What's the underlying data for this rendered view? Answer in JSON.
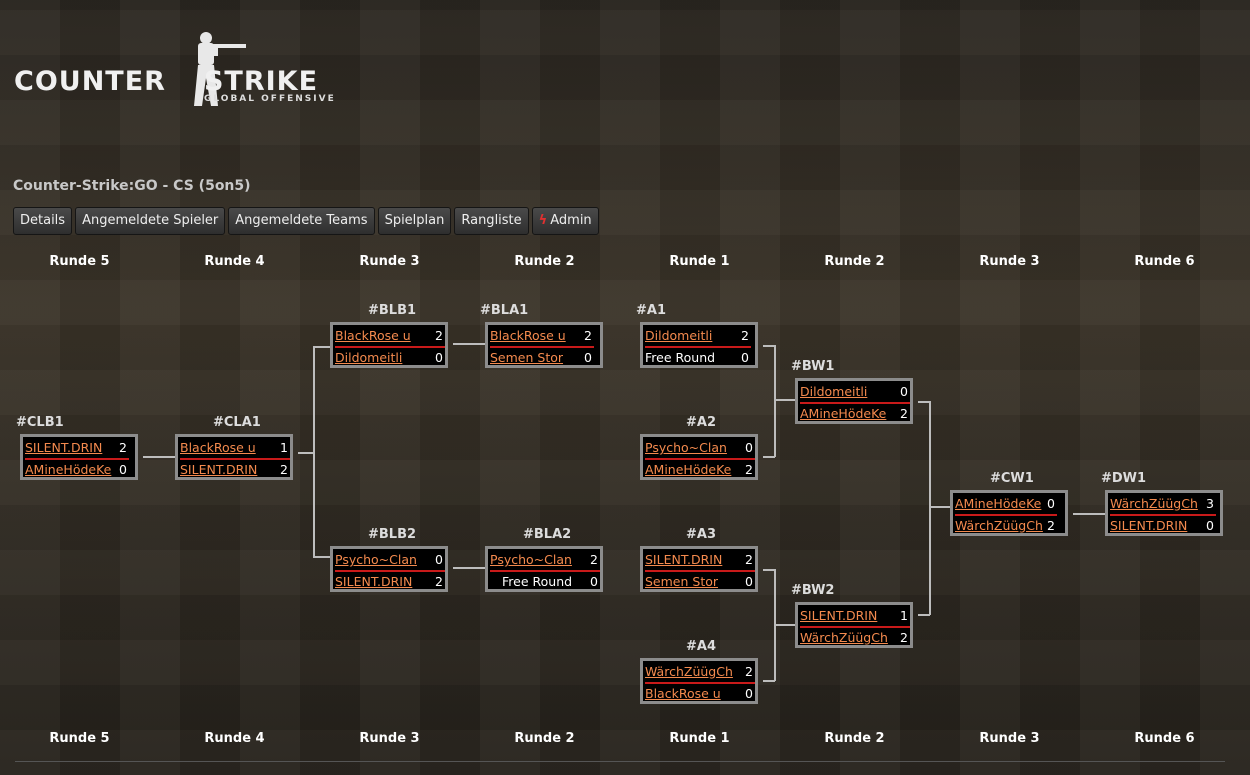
{
  "logo": {
    "word1": "COUNTER",
    "word2": "STRIKE",
    "sub": "GLOBAL OFFENSIVE"
  },
  "title": "Counter-Strike:GO - CS (5on5)",
  "nav": [
    {
      "label": "Details"
    },
    {
      "label": "Angemeldete Spieler"
    },
    {
      "label": "Angemeldete Teams"
    },
    {
      "label": "Spielplan"
    },
    {
      "label": "Rangliste"
    },
    {
      "label": "Admin"
    }
  ],
  "rounds": [
    "Runde 5",
    "Runde 4",
    "Runde 3",
    "Runde 2",
    "Runde 1",
    "Runde 2",
    "Runde 3",
    "Runde 6"
  ],
  "matches": [
    {
      "id": "#CLB1",
      "t1": "SILENT.DRIN",
      "s1": "2",
      "t2": "AMineHödeKe",
      "s2": "0"
    },
    {
      "id": "#CLA1",
      "t1": "BlackRose u",
      "s1": "1",
      "t2": "SILENT.DRIN",
      "s2": "2"
    },
    {
      "id": "#BLB1",
      "t1": "BlackRose u",
      "s1": "2",
      "t2": "Dildomeitli",
      "s2": "0"
    },
    {
      "id": "#BLB2",
      "t1": "Psycho~Clan",
      "s1": "0",
      "t2": "SILENT.DRIN",
      "s2": "2"
    },
    {
      "id": "#BLA1",
      "t1": "BlackRose u",
      "s1": "2",
      "t2": "Semen Stor",
      "s2": "0"
    },
    {
      "id": "#BLA2",
      "t1": "Psycho~Clan",
      "s1": "2",
      "t2": "Free Round",
      "s2": "0"
    },
    {
      "id": "#A1",
      "t1": "Dildomeitli",
      "s1": "2",
      "t2": "Free Round",
      "s2": "0"
    },
    {
      "id": "#A2",
      "t1": "Psycho~Clan",
      "s1": "0",
      "t2": "AMineHödeKe",
      "s2": "2"
    },
    {
      "id": "#A3",
      "t1": "SILENT.DRIN",
      "s1": "2",
      "t2": "Semen Stor",
      "s2": "0"
    },
    {
      "id": "#A4",
      "t1": "WärchZüügCh",
      "s1": "2",
      "t2": "BlackRose u",
      "s2": "0"
    },
    {
      "id": "#BW1",
      "t1": "Dildomeitli",
      "s1": "0",
      "t2": "AMineHödeKe",
      "s2": "2"
    },
    {
      "id": "#BW2",
      "t1": "SILENT.DRIN",
      "s1": "1",
      "t2": "WärchZüügCh",
      "s2": "2"
    },
    {
      "id": "#CW1",
      "t1": "AMineHödeKe",
      "s1": "0",
      "t2": "WärchZüügCh",
      "s2": "2"
    },
    {
      "id": "#DW1",
      "t1": "WärchZüügCh",
      "s1": "3",
      "t2": "SILENT.DRIN",
      "s2": "0"
    }
  ]
}
